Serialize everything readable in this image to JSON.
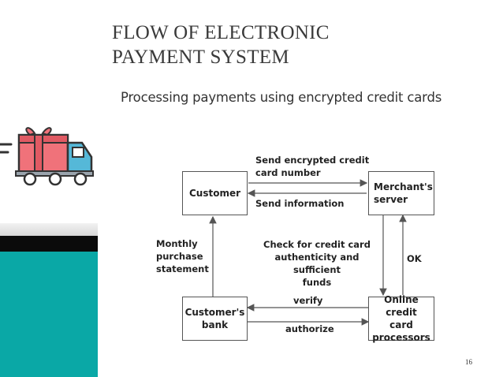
{
  "slide": {
    "title": "FLOW OF ELECTRONIC\nPAYMENT SYSTEM",
    "subtitle": "Processing payments using encrypted credit cards",
    "page_number": "16"
  },
  "nodes": {
    "customer": "Customer",
    "merchant_server": "Merchant's\nserver",
    "customer_bank": "Customer's\nbank",
    "card_processors": "Online credit\ncard\nprocessors"
  },
  "edges": {
    "send_card_number": "Send encrypted credit\ncard number",
    "send_information": "Send information",
    "check_card": "Check for credit card\nauthenticity and sufficient\nfunds",
    "ok": "OK",
    "monthly_statement": "Monthly\npurchase\nstatement",
    "verify": "verify",
    "authorize": "authorize"
  },
  "colors": {
    "teal_panel": "#0aa8a6",
    "truck_body": "#f0727a",
    "truck_cab": "#55b8d8"
  },
  "icons": {
    "truck": "delivery-truck-with-gift-icon"
  }
}
